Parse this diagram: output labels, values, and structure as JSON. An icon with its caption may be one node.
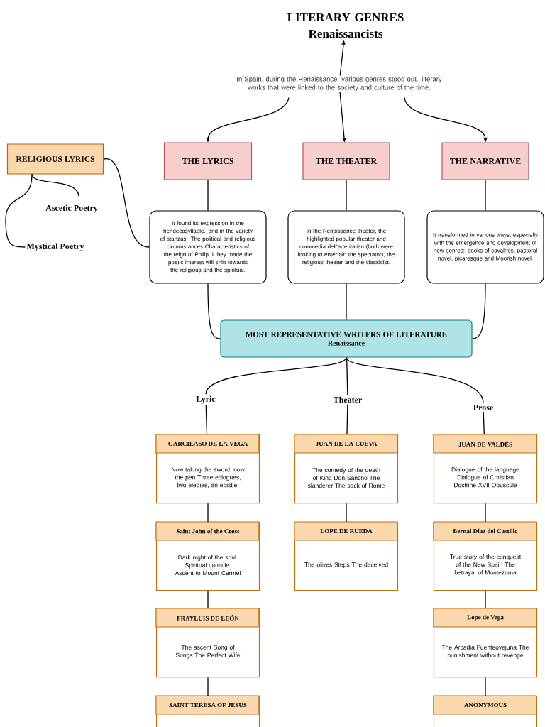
{
  "diagram": {
    "nodes": [
      {
        "text": [
          "LITERARY GENRES",
          "Renaissancists"
        ]
      },
      {
        "text": [
          "In Spain, during the Renaissance, various genres stood out. literary works that were linked to the society and culture of the time."
        ]
      },
      {
        "text": [
          "THE LYRICS"
        ]
      },
      {
        "text": [
          "THE THEATER"
        ]
      },
      {
        "text": [
          "THE NARRATIVE"
        ]
      },
      {
        "text": [
          "It found its expression in the hendecasyllable. and in the variety of stanzas. The political and religious circumstances Characteristics of the reign of Philip II they made the poetic interest will shift towards the religious and the spiritual."
        ]
      },
      {
        "text": [
          "In the Renaissance theater, the highlighted popular theater and commedia dell'arte italian (both were looking to entertain the spectator), the religious theater and the classicist."
        ]
      },
      {
        "text": [
          "It transformed in various ways, especially with the emergence and development of new genres: books of cavalries, pastoral novel, picaresque and Moorish novel."
        ]
      },
      {
        "text": [
          "RELIGIOUS  LYRICS"
        ]
      },
      {
        "text": [
          "Ascetic Poetry"
        ]
      },
      {
        "text": [
          "Mystical Poetry"
        ]
      },
      {
        "text": [
          "MOST REPRESENTATIVE WRITERS OF LITERATURE",
          "Renaissance"
        ]
      },
      {
        "text": [
          "Lyric"
        ]
      },
      {
        "text": [
          "Theater"
        ]
      },
      {
        "text": [
          "Prose"
        ]
      },
      {
        "text": [
          "GARCILASO DE LA VEGA",
          "Now taking the sword, now the pen Three eclogues, two elegies, an epistle."
        ]
      },
      {
        "text": [
          "Saint John of the Cross",
          "Dark night of the soul. Spiritual canticle. Ascent to Mount Carmel"
        ]
      },
      {
        "text": [
          "FRAYLUIS DE LEÓN",
          "The ascent Song of Songs The Perfect Wife"
        ]
      },
      {
        "text": [
          "SAINT TERESA OF JESUS"
        ]
      },
      {
        "text": [
          "JUAN DE LA CUEVA",
          "The comedy of the death of King Don Sancho The slanderer The sack of Rome"
        ]
      },
      {
        "text": [
          "LOPE DE RUEDA",
          "The olives Steps The deceived"
        ]
      },
      {
        "text": [
          "JUAN DE VALDÉS",
          "Dialogue of the language Dialogue of Christian Doctrine XVII Opuscule"
        ]
      },
      {
        "text": [
          "Bernal Díaz del Castillo",
          "True story of the conquest of the New Spain The betrayal of Montezuma"
        ]
      },
      {
        "text": [
          "Lope de Vega",
          "The Arcadia Fuenteovejuna The punishment without revenge"
        ]
      },
      {
        "text": [
          "ANONYMOUS"
        ]
      }
    ],
    "edges": [
      {
        "from": 1,
        "to": 0,
        "arrow": "to"
      },
      {
        "from": 1,
        "to": 2,
        "arrow": "to"
      },
      {
        "from": 1,
        "to": 3,
        "arrow": "to"
      },
      {
        "from": 1,
        "to": 4,
        "arrow": "to"
      },
      {
        "from": 2,
        "to": 5,
        "arrow": "none"
      },
      {
        "from": 3,
        "to": 6,
        "arrow": "none"
      },
      {
        "from": 4,
        "to": 7,
        "arrow": "none"
      },
      {
        "from": 8,
        "to": 5,
        "arrow": "none"
      },
      {
        "from": 8,
        "to": 9,
        "arrow": "none"
      },
      {
        "from": 8,
        "to": 10,
        "arrow": "none"
      },
      {
        "from": 5,
        "to": 11,
        "arrow": "none"
      },
      {
        "from": 6,
        "to": 11,
        "arrow": "none"
      },
      {
        "from": 7,
        "to": 11,
        "arrow": "none"
      },
      {
        "from": 11,
        "to": 12,
        "arrow": "none"
      },
      {
        "from": 11,
        "to": 13,
        "arrow": "none"
      },
      {
        "from": 11,
        "to": 14,
        "arrow": "none"
      },
      {
        "from": 12,
        "to": 15,
        "arrow": "none"
      },
      {
        "from": 15,
        "to": 16,
        "arrow": "none"
      },
      {
        "from": 16,
        "to": 17,
        "arrow": "none"
      },
      {
        "from": 17,
        "to": 18,
        "arrow": "none"
      },
      {
        "from": 13,
        "to": 19,
        "arrow": "none"
      },
      {
        "from": 19,
        "to": 20,
        "arrow": "none"
      },
      {
        "from": 14,
        "to": 21,
        "arrow": "none"
      },
      {
        "from": 21,
        "to": 22,
        "arrow": "none"
      },
      {
        "from": 22,
        "to": 23,
        "arrow": "none"
      },
      {
        "from": 23,
        "to": 24,
        "arrow": "none"
      }
    ]
  }
}
